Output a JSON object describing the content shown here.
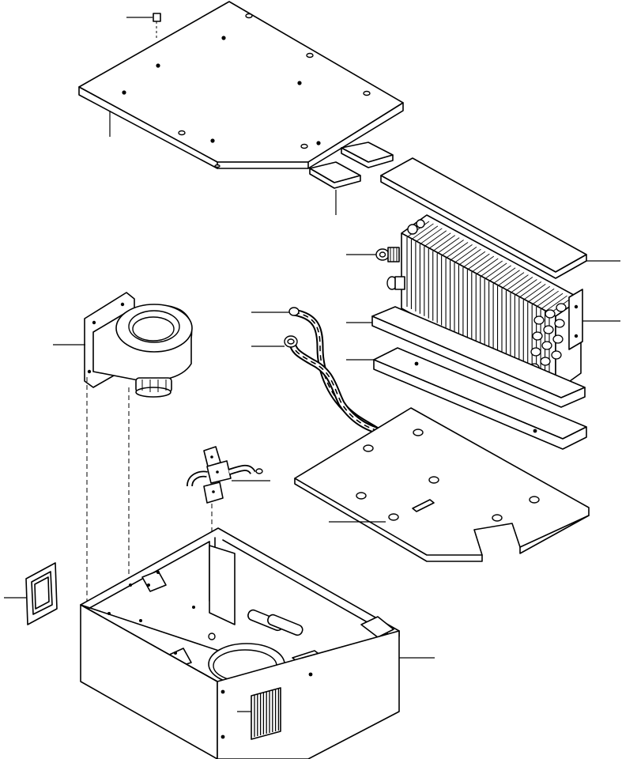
{
  "diagram": {
    "parts": [
      {
        "id": "screw"
      },
      {
        "id": "top-cover"
      },
      {
        "id": "foam-strip-small"
      },
      {
        "id": "foam-strip-large"
      },
      {
        "id": "fitting"
      },
      {
        "id": "evaporator-core"
      },
      {
        "id": "hose-upper"
      },
      {
        "id": "hose-lower"
      },
      {
        "id": "insulation-pad-upper"
      },
      {
        "id": "insulation-pad-lower"
      },
      {
        "id": "blower-motor"
      },
      {
        "id": "expansion-valve"
      },
      {
        "id": "base-plate"
      },
      {
        "id": "filter-frame"
      },
      {
        "id": "housing"
      },
      {
        "id": "louver-grille"
      }
    ]
  }
}
